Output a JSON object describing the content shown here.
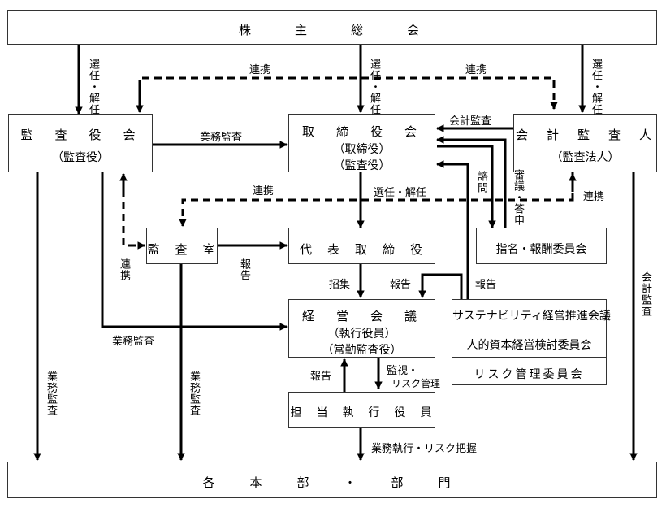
{
  "boxes": {
    "shareholders": "株　　主　　総　　会",
    "auditors": "監　査　役　会",
    "auditors_sub": "（監査役）",
    "board": "取　締　役　会",
    "board_sub1": "（取締役）",
    "board_sub2": "（監査役）",
    "accounting_auditor": "会　計　監　査　人",
    "accounting_auditor_sub": "（監査法人）",
    "audit_office": "監　査　室",
    "representative": "代　表　取　締　役",
    "nomination": "指名・報酬委員会",
    "management": "経　営　会　議",
    "management_sub1": "（執行役員）",
    "management_sub2": "（常勤監査役）",
    "sustainability": "サステナビリティ経営推進会議",
    "human_capital": "人的資本経営検討委員会",
    "risk": "リスク管理委員会",
    "officers": "担　当　執　行　役　員",
    "divisions": "各　本　部　・　部　門"
  },
  "labels": {
    "elect_dismiss": "選任・解任",
    "renkei": "連携",
    "business_audit": "業務監査",
    "accounting_audit": "会計監査",
    "consult": "諮問",
    "report": "報告",
    "deliberate": "審議・答申",
    "recruit": "招集",
    "monitor_line1": "監視・",
    "monitor_line2": "リスク管理",
    "execution": "業務執行・リスク把握"
  }
}
